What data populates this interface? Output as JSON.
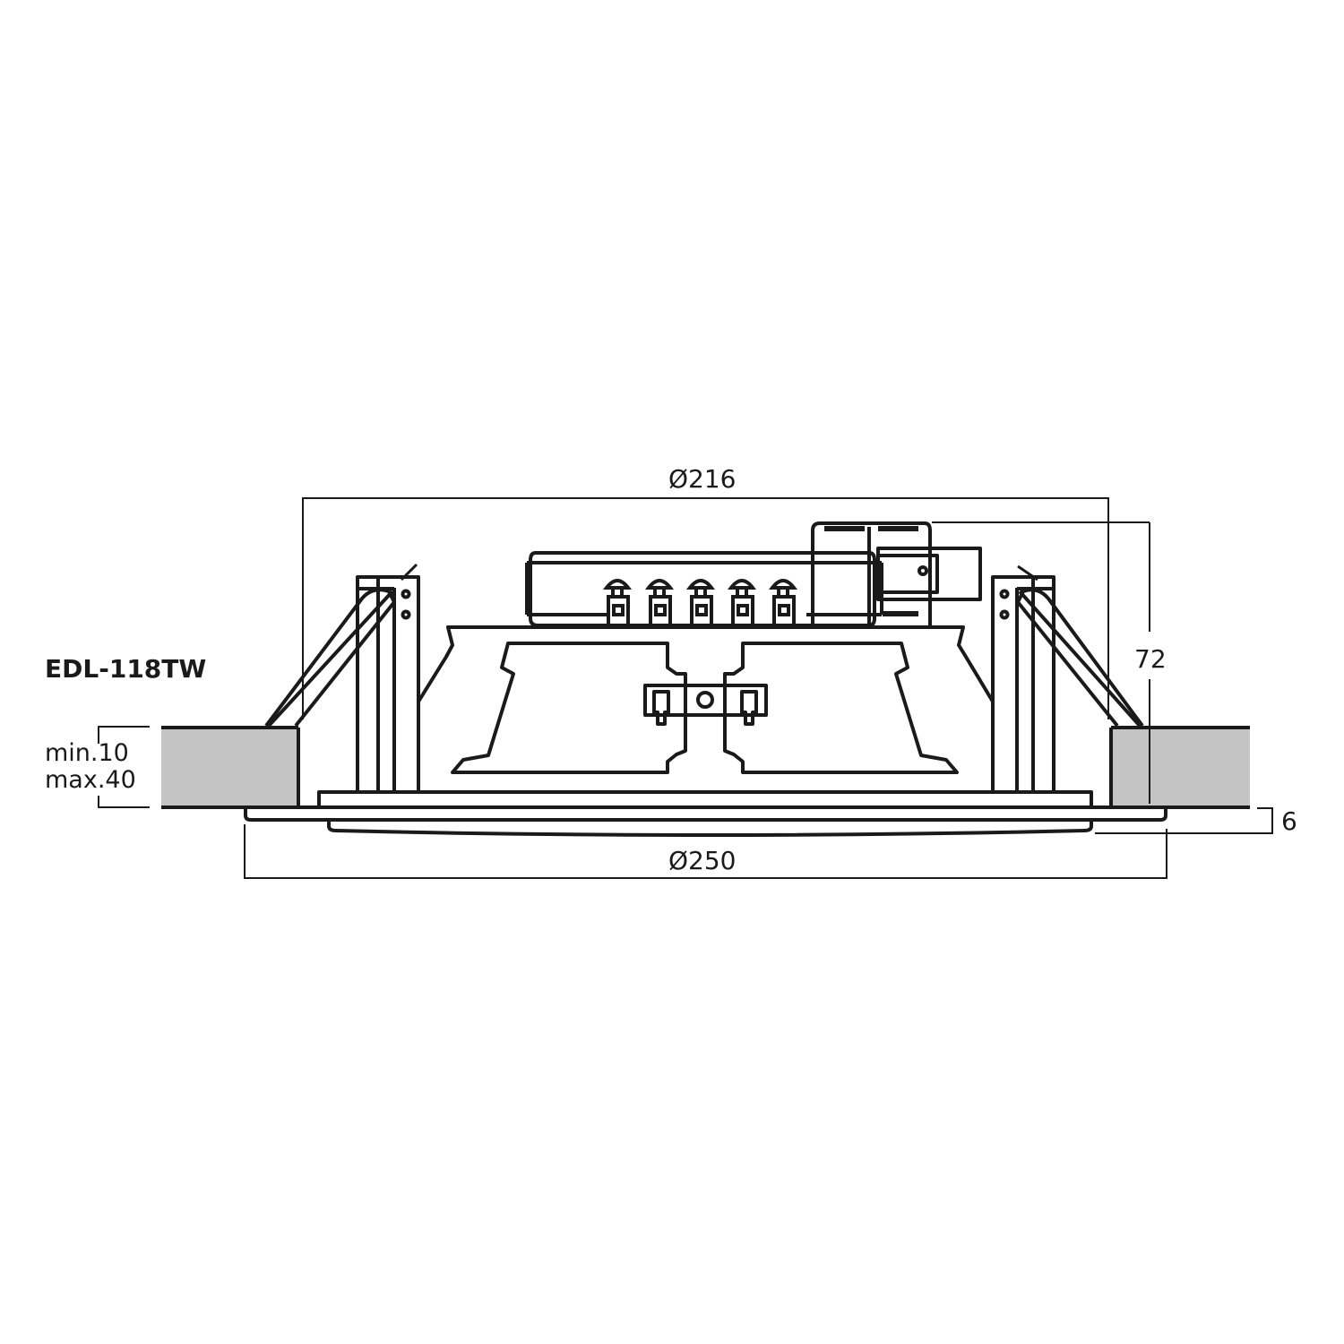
{
  "title": "EDL-118TW",
  "dimensions": {
    "top_diameter": "Ø216",
    "bottom_diameter": "Ø250",
    "height": "72",
    "flange_thickness": "6",
    "ceiling_min": "min.10",
    "ceiling_max": "max.40"
  },
  "colors": {
    "line": "#1a1a1a",
    "ceiling_fill": "#c4c4c4",
    "background": "#ffffff"
  },
  "components": {
    "terminal_count": 5
  }
}
